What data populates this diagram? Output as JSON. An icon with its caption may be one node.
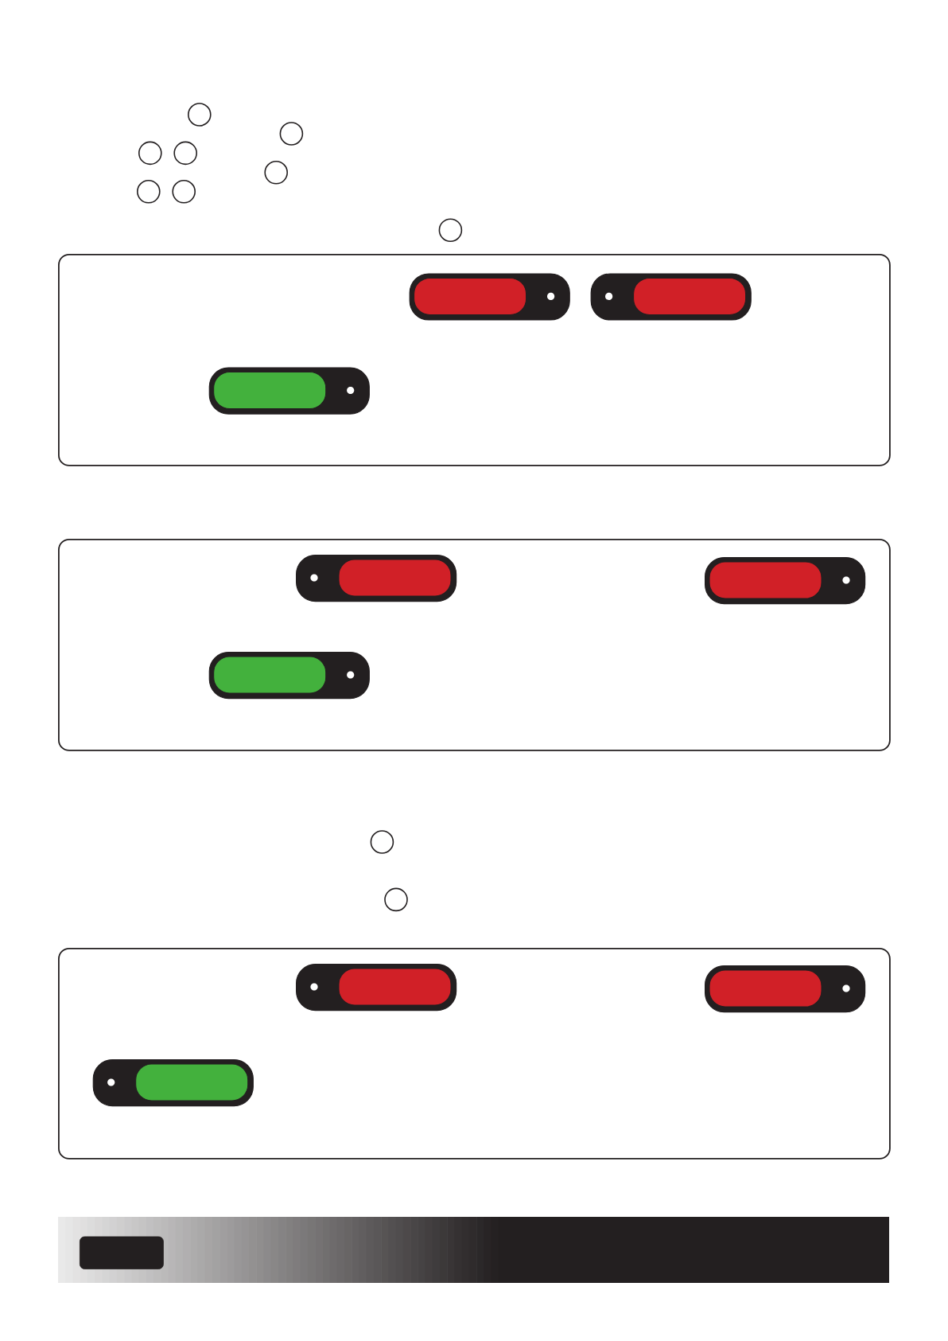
{
  "diagram": {
    "nodes": [
      {
        "text": [],
        "shape": "circle"
      },
      {
        "text": [],
        "shape": "circle"
      },
      {
        "text": [],
        "shape": "circle"
      },
      {
        "text": [],
        "shape": "circle"
      },
      {
        "text": [],
        "shape": "circle"
      },
      {
        "text": [],
        "shape": "circle"
      },
      {
        "text": [],
        "shape": "circle"
      },
      {
        "text": [],
        "shape": "circle"
      },
      {
        "text": [],
        "shape": "box"
      },
      {
        "text": [],
        "shape": "toggle",
        "in": 8
      },
      {
        "text": [],
        "shape": "toggle",
        "in": 8
      },
      {
        "text": [],
        "shape": "toggle",
        "in": 8
      },
      {
        "text": [],
        "shape": "box"
      },
      {
        "text": [],
        "shape": "toggle",
        "in": 12
      },
      {
        "text": [],
        "shape": "toggle",
        "in": 12
      },
      {
        "text": [],
        "shape": "toggle",
        "in": 12
      },
      {
        "text": [],
        "shape": "circle"
      },
      {
        "text": [],
        "shape": "circle"
      },
      {
        "text": [],
        "shape": "box"
      },
      {
        "text": [],
        "shape": "toggle",
        "in": 18
      },
      {
        "text": [],
        "shape": "toggle",
        "in": 18
      },
      {
        "text": [],
        "shape": "toggle",
        "in": 18
      },
      {
        "text": [],
        "shape": "bar"
      },
      {
        "text": [],
        "shape": "box",
        "in": 22
      }
    ]
  }
}
